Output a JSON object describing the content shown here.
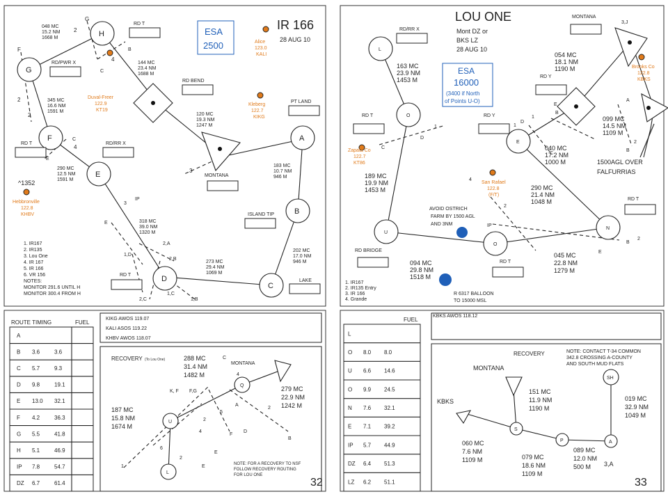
{
  "left_chart": {
    "title": "IR 166",
    "date": "28 AUG 10",
    "esa_label": "ESA",
    "esa_value": "2500",
    "page_number": "32",
    "points": [
      {
        "id": "H",
        "label": "H"
      },
      {
        "id": "G",
        "label": "G"
      },
      {
        "id": "F",
        "label": "F"
      },
      {
        "id": "E",
        "label": "E"
      },
      {
        "id": "D",
        "label": "D"
      },
      {
        "id": "C",
        "label": "C"
      },
      {
        "id": "B",
        "label": "B"
      },
      {
        "id": "A",
        "label": "A"
      }
    ],
    "legs": [
      {
        "label": [
          "048 MC",
          "15.2 NM",
          "1668 M"
        ]
      },
      {
        "label": [
          "144 MC",
          "23.4 NM",
          "1688 M"
        ]
      },
      {
        "label": [
          "120 MC",
          "19.3 NM",
          "1247 M"
        ]
      },
      {
        "label": [
          "345 MC",
          "16.6 NM",
          "1591 M"
        ]
      },
      {
        "label": [
          "290 MC",
          "12.5 NM",
          "1591 M"
        ]
      },
      {
        "label": [
          "183 MC",
          "10.7 NM",
          "946 M"
        ]
      },
      {
        "label": [
          "318 MC",
          "39.0 NM",
          "1320 M"
        ]
      },
      {
        "label": [
          "273 MC",
          "29.4 NM",
          "1069 M"
        ]
      },
      {
        "label": [
          "202 MC",
          "17.0 NM",
          "946 M"
        ]
      }
    ],
    "airports": [
      {
        "name": "Alice",
        "freq": "123.0",
        "id": "KALI"
      },
      {
        "name": "Duval-Freer",
        "freq": "122.9",
        "id": "KT19"
      },
      {
        "name": "Kleberg",
        "freq": "122.7",
        "id": "KIKG"
      },
      {
        "name": "Hebbronville",
        "freq": "122.8",
        "id": "KHBV"
      }
    ],
    "box_labels": [
      "RD T",
      "RD/PWR X",
      "RD BEND",
      "PT LAND",
      "RD T",
      "RD/RR X",
      "MONTANA",
      "ISLAND TIP",
      "LAKE",
      "RD T"
    ],
    "small_labels": [
      "G",
      "F",
      "2",
      "2",
      "4",
      "C",
      "B",
      "C",
      "4",
      "3",
      "3",
      "IP",
      "E",
      "1,D",
      "2,A",
      "2,B",
      "2,C",
      "1,C",
      "1,B",
      "2",
      "E"
    ],
    "elevation": "^1352",
    "notes": [
      "1. IR167",
      "2. IR135",
      "3. Lou One",
      "4. IR 167",
      "5. IR 166",
      "6. VR 156",
      "NOTES:",
      "MONITOR 291.6 UNTIL H",
      "MONITOR 300.4 FROM H"
    ]
  },
  "right_chart": {
    "title": "LOU ONE",
    "subtitle1": "Mont DZ or",
    "subtitle2": "BKS LZ",
    "date": "28 AUG 10",
    "esa_label": "ESA",
    "esa_value": "16000",
    "esa_note1": "(3400 if North",
    "esa_note2": "of Points U-O)",
    "page_number": "33",
    "points": [
      {
        "label": "L"
      },
      {
        "label": "O"
      },
      {
        "label": "E"
      },
      {
        "label": "U"
      },
      {
        "label": "O"
      },
      {
        "label": "N"
      }
    ],
    "legs": [
      {
        "label": [
          "163 MC",
          "23.9 NM",
          "1453 M"
        ]
      },
      {
        "label": [
          "054 MC",
          "18.1 NM",
          "1190 M"
        ]
      },
      {
        "label": [
          "099 MC",
          "14.5 NM",
          "1109 M"
        ]
      },
      {
        "label": [
          "040 MC",
          "17.2 NM",
          "1000 M"
        ]
      },
      {
        "label": [
          "189 MC",
          "19.9 NM",
          "1453 M"
        ]
      },
      {
        "label": [
          "290 MC",
          "21.4 NM",
          "1048 M"
        ]
      },
      {
        "label": [
          "094 MC",
          "29.8 NM",
          "1518 M"
        ]
      },
      {
        "label": [
          "045 MC",
          "22.8 NM",
          "1279 M"
        ]
      }
    ],
    "airports": [
      {
        "name": "Brooks Co",
        "freq": "122.8",
        "id": "KBKS"
      },
      {
        "name": "Zapata Co",
        "freq": "122.7",
        "id": "KT86"
      },
      {
        "name": "San Rafael",
        "freq": "122.8",
        "id": "(F/T)"
      }
    ],
    "box_labels": [
      "RD/RR X",
      "MONTANA",
      "RD T",
      "RD Y",
      "RD Y",
      "RD T",
      "RD BRIDGE",
      "RD T"
    ],
    "small_labels": [
      "3,J",
      "1",
      "C",
      "D",
      "E",
      "1",
      "D",
      "A",
      "B",
      "B",
      "2",
      "4",
      "2",
      "IP",
      "B",
      "2",
      "E",
      "C",
      "1"
    ],
    "overflight": [
      "1500AGL OVER",
      "FALFURRIAS"
    ],
    "ostrich": [
      "AVOID OSTRICH",
      "FARM BY 1500 AGL",
      "AND 3NM"
    ],
    "balloon": [
      "R 6317 BALLOON",
      "TO 15000 MSL"
    ],
    "notes": [
      "1. IR167",
      "2. IR135 Entry",
      "3. IR 166",
      "4. Grande"
    ]
  },
  "route_timing": {
    "header": "ROUTE TIMING",
    "fuel_header": "FUEL",
    "rows": [
      {
        "pt": "A",
        "time": "",
        "fuel": ""
      },
      {
        "pt": "B",
        "time": "3.6",
        "fuel": "3.6"
      },
      {
        "pt": "C",
        "time": "5.7",
        "fuel": "9.3"
      },
      {
        "pt": "D",
        "time": "9.8",
        "fuel": "19.1"
      },
      {
        "pt": "E",
        "time": "13.0",
        "fuel": "32.1"
      },
      {
        "pt": "F",
        "time": "4.2",
        "fuel": "36.3"
      },
      {
        "pt": "G",
        "time": "5.5",
        "fuel": "41.8"
      },
      {
        "pt": "H",
        "time": "5.1",
        "fuel": "46.9"
      },
      {
        "pt": "IP",
        "time": "7.8",
        "fuel": "54.7"
      },
      {
        "pt": "DZ",
        "time": "6.7",
        "fuel": "61.4"
      }
    ]
  },
  "awos_left": [
    "KIKG AWOS 119.07",
    "KALI ASOS 119.22",
    "KHBV AWOS 118.07"
  ],
  "recovery_left": {
    "title": "RECOVERY",
    "title_note": "(To Lou One)",
    "legs": [
      {
        "label": [
          "288 MC",
          "31.4 NM",
          "1482 M"
        ]
      },
      {
        "label": [
          "279 MC",
          "22.9 NM",
          "1242 M"
        ]
      },
      {
        "label": [
          "187 MC",
          "15.8 NM",
          "1674 M"
        ]
      }
    ],
    "labels": [
      "MONTANA",
      "C",
      "4",
      "K, F",
      "F,G",
      "Q",
      "U",
      "L",
      "A",
      "B",
      "D",
      "F",
      "E",
      "E",
      "1",
      "6",
      "5",
      "2",
      "4",
      "2",
      "2"
    ],
    "note": [
      "NOTE: FOR A RECOVERY TO NSF",
      "FOLLOW RECOVERY ROUTING",
      "FOR LOU ONE"
    ]
  },
  "fuel_right": {
    "header": "FUEL",
    "rows": [
      {
        "pt": "L",
        "time": "",
        "fuel": ""
      },
      {
        "pt": "O",
        "time": "8.0",
        "fuel": "8.0"
      },
      {
        "pt": "U",
        "time": "6.6",
        "fuel": "14.6"
      },
      {
        "pt": "O",
        "time": "9.9",
        "fuel": "24.5"
      },
      {
        "pt": "N",
        "time": "7.6",
        "fuel": "32.1"
      },
      {
        "pt": "E",
        "time": "7.1",
        "fuel": "39.2"
      },
      {
        "pt": "IP",
        "time": "5.7",
        "fuel": "44.9"
      },
      {
        "pt": "DZ",
        "time": "6.4",
        "fuel": "51.3"
      },
      {
        "pt": "LZ",
        "time": "6.2",
        "fuel": "51.1"
      }
    ]
  },
  "awos_right": [
    "KBKS AWOS 118.12"
  ],
  "recovery_right": {
    "title": "RECOVERY",
    "note": [
      "NOTE: CONTACT T-34 COMMON",
      "342.8 CROSSING A-COUNTY",
      "AND SOUTH MUD FLATS"
    ],
    "legs": [
      {
        "label": [
          "151 MC",
          "11.9 NM",
          "1190 M"
        ]
      },
      {
        "label": [
          "019 MC",
          "32.9 NM",
          "1049 M"
        ]
      },
      {
        "label": [
          "060 MC",
          "7.6 NM",
          "1109 M"
        ]
      },
      {
        "label": [
          "079 MC",
          "18.6 NM",
          "1109 M"
        ]
      },
      {
        "label": [
          "089 MC",
          "12.0 NM",
          "500 M"
        ]
      }
    ],
    "labels": [
      "MONTANA",
      "KBKS",
      "SH",
      "S",
      "P",
      "A",
      "3,A"
    ]
  }
}
